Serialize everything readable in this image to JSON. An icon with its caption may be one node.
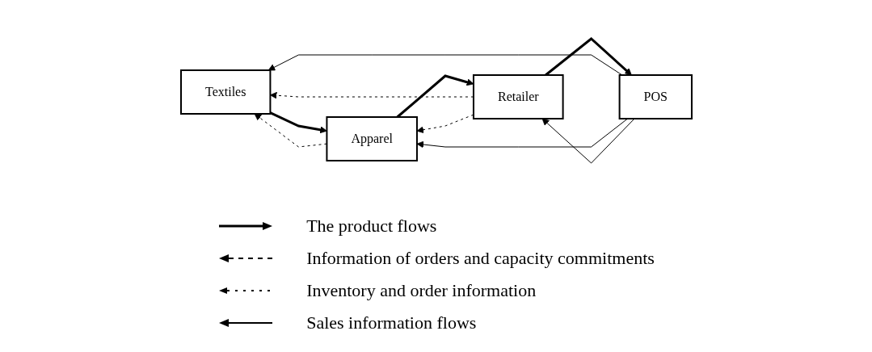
{
  "diagram": {
    "nodes": [
      {
        "text": [
          "Textiles"
        ]
      },
      {
        "text": [
          "Apparel"
        ]
      },
      {
        "text": [
          "Retailer"
        ]
      },
      {
        "text": [
          "POS"
        ]
      }
    ],
    "edges": [
      {
        "from": 0,
        "to": 1,
        "arrow": "to",
        "style": "thick"
      },
      {
        "from": 1,
        "to": 2,
        "arrow": "to",
        "style": "thick"
      },
      {
        "from": 2,
        "to": 3,
        "arrow": "to",
        "style": "thick"
      },
      {
        "from": 1,
        "to": 0,
        "arrow": "to",
        "style": "dashed"
      },
      {
        "from": 2,
        "to": 0,
        "arrow": "to",
        "style": "dashed"
      },
      {
        "from": 2,
        "to": 1,
        "arrow": "to",
        "style": "dashed"
      },
      {
        "from": 3,
        "to": 0,
        "arrow": "to"
      },
      {
        "from": 3,
        "to": 1,
        "arrow": "to"
      },
      {
        "from": 3,
        "to": 2,
        "arrow": "to"
      }
    ],
    "legend": [
      {
        "text": "The product flows"
      },
      {
        "text": "Information of orders and capacity commitments"
      },
      {
        "text": "Inventory and order information"
      },
      {
        "text": "Sales information flows"
      }
    ]
  }
}
